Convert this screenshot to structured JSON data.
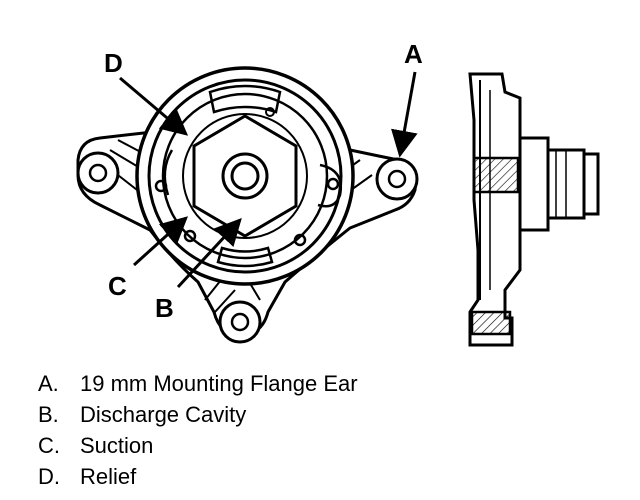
{
  "callouts": {
    "a": "A",
    "b": "B",
    "c": "C",
    "d": "D"
  },
  "legend": [
    {
      "letter": "A.",
      "text": "19 mm Mounting Flange Ear"
    },
    {
      "letter": "B.",
      "text": "Discharge Cavity"
    },
    {
      "letter": "C.",
      "text": "Suction"
    },
    {
      "letter": "D.",
      "text": "Relief"
    }
  ]
}
